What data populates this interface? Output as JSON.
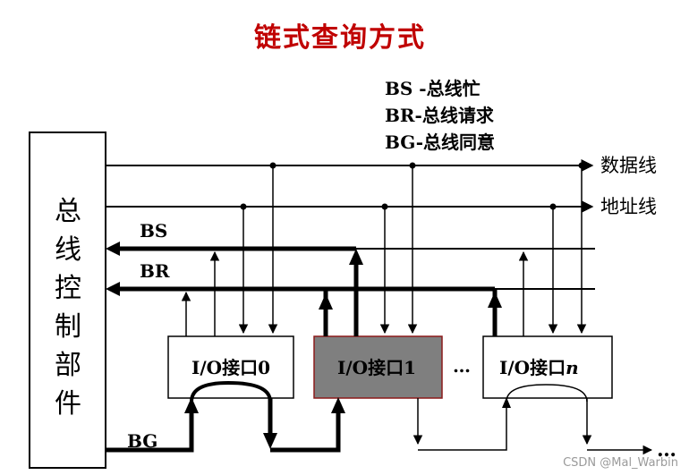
{
  "title": "链式查询方式",
  "legend": [
    "BS -总线忙",
    "BR-总线请求",
    "BG-总线同意"
  ],
  "controller_label": [
    "总",
    "线",
    "控",
    "制",
    "部",
    "件"
  ],
  "lines": {
    "data": "数据线",
    "address": "地址线",
    "bs": "BS",
    "br": "BR",
    "bg": "BG"
  },
  "interfaces": [
    {
      "label": "I/O接口0",
      "highlighted": false
    },
    {
      "label": "I/O接口1",
      "highlighted": true
    },
    {
      "label": "I/O接口",
      "suffix_italic": "n",
      "highlighted": false
    }
  ],
  "ellipsis_between": "…",
  "ellipsis_end": "…",
  "watermark": "CSDN @Mal_Warbin",
  "colors": {
    "title": "#c00000",
    "highlight_fill": "#7f7f7f",
    "highlight_border": "#8b1a1a",
    "line": "#000000"
  }
}
